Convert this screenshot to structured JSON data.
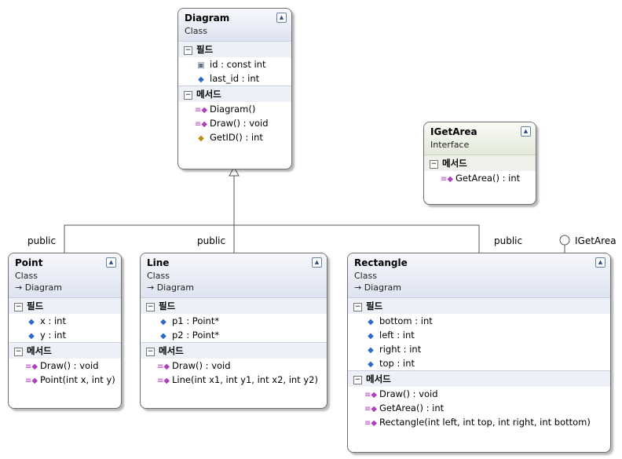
{
  "diagram": {
    "kind": "class",
    "title": "Diagram",
    "stereotype": "Class",
    "fields_header": "필드",
    "methods_header": "메서드",
    "fields": [
      {
        "icon": "constant-field-icon",
        "text": "id : const int"
      },
      {
        "icon": "field-icon",
        "text": "last_id : int"
      }
    ],
    "methods": [
      {
        "icon": "method-icon",
        "text": "Diagram()"
      },
      {
        "icon": "method-icon",
        "text": "Draw() : void"
      },
      {
        "icon": "static-method-icon",
        "text": "GetID() : int"
      }
    ]
  },
  "igetarea": {
    "title": "IGetArea",
    "stereotype": "Interface",
    "methods_header": "메서드",
    "methods": [
      {
        "icon": "method-icon",
        "text": "GetArea() : int"
      }
    ]
  },
  "point": {
    "title": "Point",
    "stereotype": "Class",
    "base": "→ Diagram",
    "fields_header": "필드",
    "methods_header": "메서드",
    "fields": [
      {
        "icon": "field-icon",
        "text": "x : int"
      },
      {
        "icon": "field-icon",
        "text": "y : int"
      }
    ],
    "methods": [
      {
        "icon": "method-icon",
        "text": "Draw() : void"
      },
      {
        "icon": "method-icon",
        "text": "Point(int x, int y)"
      }
    ]
  },
  "line": {
    "title": "Line",
    "stereotype": "Class",
    "base": "→ Diagram",
    "fields_header": "필드",
    "methods_header": "메서드",
    "fields": [
      {
        "icon": "field-icon",
        "text": "p1 : Point*"
      },
      {
        "icon": "field-icon",
        "text": "p2 : Point*"
      }
    ],
    "methods": [
      {
        "icon": "method-icon",
        "text": "Draw() : void"
      },
      {
        "icon": "method-icon",
        "text": "Line(int x1, int y1, int x2, int y2)"
      }
    ]
  },
  "rectangle": {
    "title": "Rectangle",
    "stereotype": "Class",
    "base": "→ Diagram",
    "fields_header": "필드",
    "methods_header": "메서드",
    "fields": [
      {
        "icon": "field-icon",
        "text": "bottom : int"
      },
      {
        "icon": "field-icon",
        "text": "left : int"
      },
      {
        "icon": "field-icon",
        "text": "right : int"
      },
      {
        "icon": "field-icon",
        "text": "top : int"
      }
    ],
    "methods": [
      {
        "icon": "method-icon",
        "text": "Draw() : void"
      },
      {
        "icon": "method-icon",
        "text": "GetArea() : int"
      },
      {
        "icon": "method-icon",
        "text": "Rectangle(int left, int top, int right, int bottom)"
      }
    ]
  },
  "connectors": {
    "point_label": "public",
    "line_label": "public",
    "rectangle_label": "public",
    "lollipop_label": "IGetArea"
  }
}
